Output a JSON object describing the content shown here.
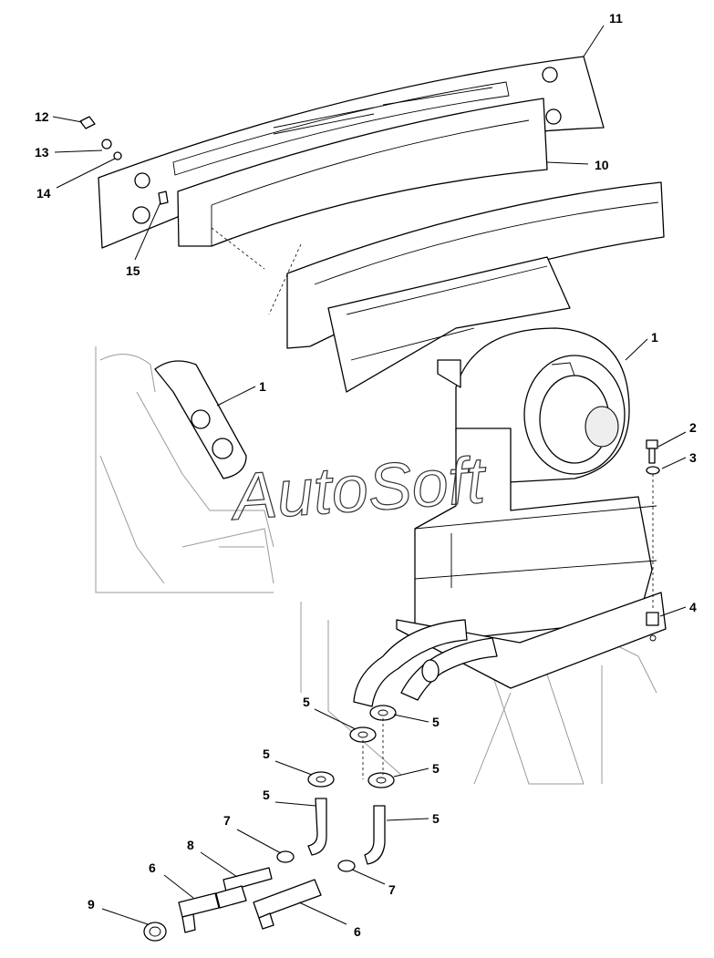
{
  "watermark": "AutoSoft",
  "callouts": [
    {
      "id": "c11",
      "label": "11"
    },
    {
      "id": "c10",
      "label": "10"
    },
    {
      "id": "c12",
      "label": "12"
    },
    {
      "id": "c13",
      "label": "13"
    },
    {
      "id": "c14",
      "label": "14"
    },
    {
      "id": "c15",
      "label": "15"
    },
    {
      "id": "c1a",
      "label": "1"
    },
    {
      "id": "c1b",
      "label": "1"
    },
    {
      "id": "c2",
      "label": "2"
    },
    {
      "id": "c3",
      "label": "3"
    },
    {
      "id": "c4",
      "label": "4"
    },
    {
      "id": "c5a",
      "label": "5"
    },
    {
      "id": "c5b",
      "label": "5"
    },
    {
      "id": "c5c",
      "label": "5"
    },
    {
      "id": "c5d",
      "label": "5"
    },
    {
      "id": "c5e",
      "label": "5"
    },
    {
      "id": "c5f",
      "label": "5"
    },
    {
      "id": "c7a",
      "label": "7"
    },
    {
      "id": "c7b",
      "label": "7"
    },
    {
      "id": "c8",
      "label": "8"
    },
    {
      "id": "c6a",
      "label": "6"
    },
    {
      "id": "c6b",
      "label": "6"
    },
    {
      "id": "c9",
      "label": "9"
    }
  ]
}
